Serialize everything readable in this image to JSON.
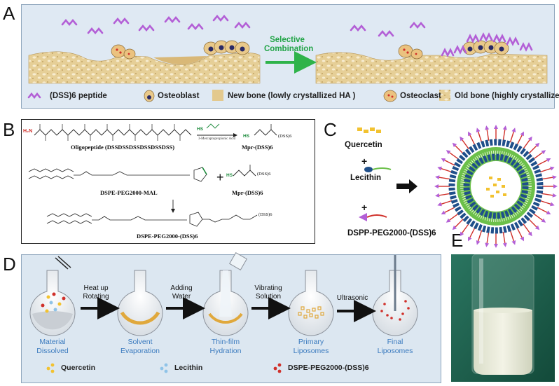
{
  "panel_labels": {
    "a": "A",
    "b": "B",
    "c": "C",
    "d": "D",
    "e": "E"
  },
  "panel_a": {
    "arrow_label": "Selective Combination",
    "legend": {
      "peptide": "(DSS)6 peptide",
      "osteoblast": "Osteoblast",
      "new_bone": "New bone (lowly crystallized HA )",
      "osteoclast": "Osteoclast",
      "old_bone": "Old bone (highly crystallized HA)"
    },
    "colors": {
      "peptide": "#b35fd6",
      "bone": "#e3c98e",
      "arrow": "#2fb34a",
      "arrow_text": "#22a447"
    }
  },
  "panel_b": {
    "oligopeptide": "Oligopeptide (DSSDSSDSSDSSDSSDSS)",
    "reagent": "3-Mercaptopropionic Acid",
    "mpr_product": "Mpr-(DSS)6",
    "dspe_mal": "DSPE-PEG2000-MAL",
    "mpr_reagent": "Mpr-(DSS)6",
    "final": "DSPE-PEG2000-(DSS)6",
    "plus": "+",
    "dss_tag": "(DSS)6",
    "hs": "HS"
  },
  "panel_c": {
    "quercetin": "Quercetin",
    "lecithin": "Lecithin",
    "conjugate": "DSPP-PEG2000-(DSS)6",
    "plus": "+"
  },
  "panel_d": {
    "steps": [
      {
        "above": "Heat up",
        "below": "Rotating"
      },
      {
        "above": "Adding",
        "below": "Water"
      },
      {
        "above": "Vibrating",
        "below": "Solution"
      },
      {
        "above": "Ultrasonic",
        "below": ""
      }
    ],
    "flasks": [
      {
        "line1": "Material",
        "line2": "Dissolved"
      },
      {
        "line1": "Solvent",
        "line2": "Evaporation"
      },
      {
        "line1": "Thin-film",
        "line2": "Hydration"
      },
      {
        "line1": "Primary",
        "line2": "Liposomes"
      },
      {
        "line1": "Final",
        "line2": "Liposomes"
      }
    ],
    "legend": {
      "quercetin": "Quercetin",
      "lecithin": "Lecithin",
      "conjugate": "DSPE-PEG2000-(DSS)6"
    },
    "colors": {
      "quercetin": "#f2c230",
      "lecithin": "#8fc3e8",
      "conjugate": "#d0302a",
      "label": "#3b7bbf"
    }
  }
}
